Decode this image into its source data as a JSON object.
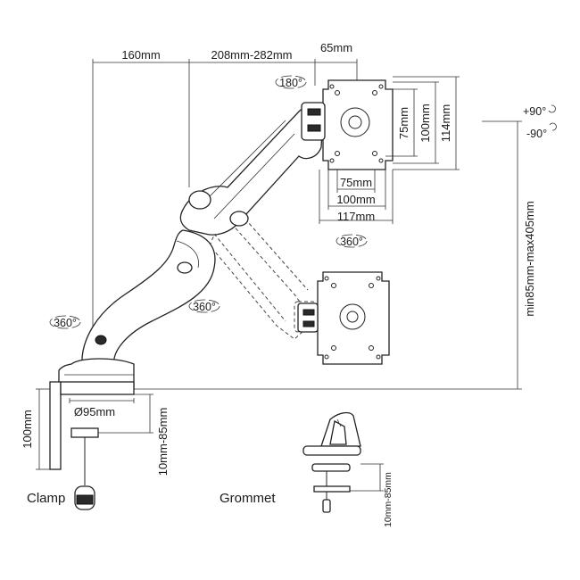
{
  "dimensions": {
    "horizontal_reach_1": "160mm",
    "horizontal_reach_2": "208mm-282mm",
    "plate_offset": "65mm",
    "vesa_v_75": "75mm",
    "vesa_v_100": "100mm",
    "plate_height": "114mm",
    "vesa_h_75": "75mm",
    "vesa_h_100": "100mm",
    "plate_width": "117mm",
    "height_range": "min85mm-max405mm",
    "base_diameter": "Ø95mm",
    "clamp_height": "100mm",
    "clamp_thickness": "10mm-85mm",
    "grommet_thickness": "10mm-85mm"
  },
  "rotations": {
    "tilt_up": "+90°",
    "tilt_down": "-90°",
    "top_rotation": "180°",
    "plate_rotation": "360°",
    "upper_joint": "360°",
    "base_rotation": "360°"
  },
  "labels": {
    "clamp": "Clamp",
    "grommet": "Grommet"
  }
}
